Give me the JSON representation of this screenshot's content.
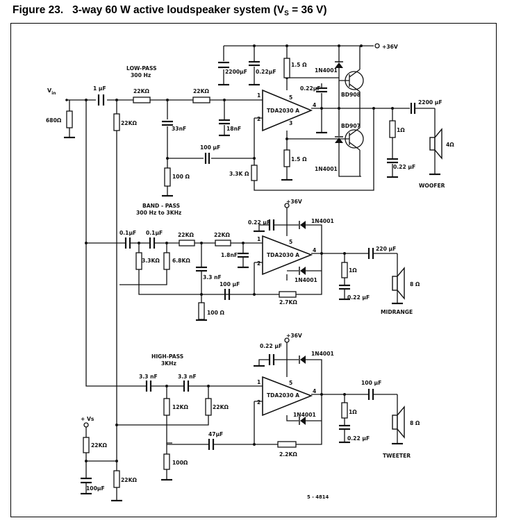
{
  "figure": {
    "label": "Figure 23.",
    "title_main": "3-way 60 W active loudspeaker system (V",
    "title_sub": "S",
    "title_end": " = 36 V)"
  },
  "input": {
    "vin": "V",
    "vin_sub": "in",
    "r_in": "680Ω",
    "c_in": "1 μF",
    "r_bias": "22KΩ"
  },
  "supply": {
    "plus36": "+36V",
    "plus36b": "+36V",
    "plus36c": "+36V",
    "vs": "+ Vs"
  },
  "low_pass": {
    "heading": "LOW-PASS",
    "freq": "300 Hz",
    "r1": "22KΩ",
    "r2": "22KΩ",
    "c1": "33nF",
    "c2": "18nF",
    "c3": "100 μF",
    "r3": "100 Ω",
    "r4": "3.3K Ω",
    "c4": "2200μF",
    "c5": "0.22μF",
    "r5": "1.5 Ω",
    "r6": "1.5 Ω",
    "d1": "1N4001",
    "d2": "1N4001",
    "c6": "0.22μF",
    "ic": "TDA2030 A",
    "pin1": "1",
    "pin2": "2",
    "pin3": "3",
    "pin4": "4",
    "pin5": "5",
    "q1": "BD908",
    "q2": "BD907",
    "r_zob": "1Ω",
    "c_zob": "0.22 μF",
    "c_out": "2200 μF",
    "spk_z": "4Ω",
    "spk": "WOOFER"
  },
  "band_pass": {
    "heading": "BAND - PASS",
    "freq": "300 Hz to 3KHz",
    "c1": "0.1μF",
    "c2": "0.1μF",
    "r1": "3.3KΩ",
    "r2": "6.8KΩ",
    "r3": "22KΩ",
    "r4": "22KΩ",
    "c3": "1.8nF",
    "c4": "3.3 nF",
    "c5": "100 μF",
    "r5": "100 Ω",
    "r6": "2.7KΩ",
    "c_sup": "0.22 μF",
    "d1": "1N4001",
    "d2": "1N4001",
    "ic": "TDA2030 A",
    "pin1": "1",
    "pin2": "2",
    "pin4": "4",
    "pin5": "5",
    "r_zob": "1Ω",
    "c_zob": "0.22 μF",
    "c_out": "220 μF",
    "spk_z": "8 Ω",
    "spk": "MIDRANGE"
  },
  "high_pass": {
    "heading": "HIGH-PASS",
    "freq": "3KHz",
    "c1": "3.3 nF",
    "c2": "3.3 nF",
    "r1": "12KΩ",
    "r2": "22KΩ",
    "r3": "100Ω",
    "c3": "47μF",
    "r4": "2.2KΩ",
    "c_sup": "0.22 μF",
    "d1": "1N4001",
    "d2": "1N4001",
    "ic": "TDA2030 A",
    "pin1": "1",
    "pin2": "2",
    "pin4": "4",
    "pin5": "5",
    "r_zob": "1Ω",
    "c_zob": "0.22 μF",
    "c_out": "100 μF",
    "spk_z": "8 Ω",
    "spk": "TWEETER"
  },
  "bias": {
    "r_top": "22KΩ",
    "c": "100μF",
    "r_bot": "22KΩ"
  },
  "doc_code": "5 - 4814"
}
